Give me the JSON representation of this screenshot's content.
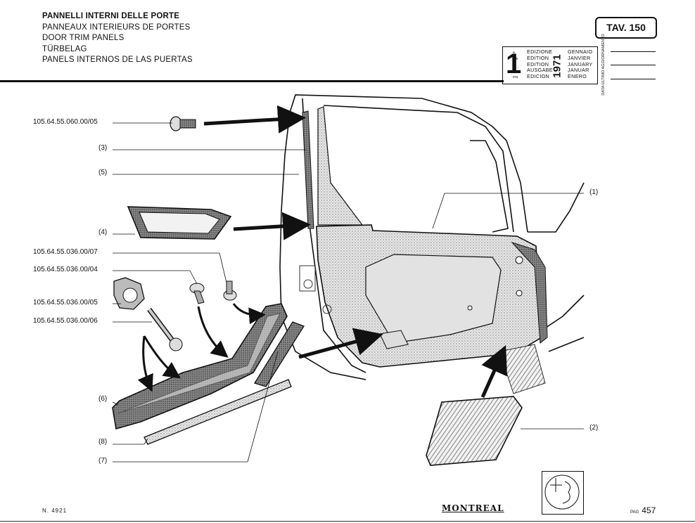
{
  "header": {
    "titles": [
      "PANNELLI INTERNI DELLE PORTE",
      "PANNEAUX INTERIEURS DE PORTES",
      "DOOR TRIM PANELS",
      "TÜRBELAG",
      "PANELS INTERNOS DE LAS PUERTAS"
    ],
    "table": "TAV. 150",
    "edition": {
      "number": "1",
      "languages": [
        "a",
        "ère",
        "st",
        "",
        "era"
      ],
      "labels": [
        "EDIZIONE",
        "EDITION",
        "EDITION",
        "AUSGABE",
        "EDICION"
      ],
      "year": "1971",
      "months": [
        "GENNAIO",
        "JANVIER",
        "JANUARY",
        "JANUAR",
        "ENERO"
      ],
      "update_label": "DATA ULTIMO AGGIORNAMENTO"
    }
  },
  "callouts": {
    "pn_060_05": "105.64.55.060.00/05",
    "ref_3": "(3)",
    "ref_5": "(5)",
    "ref_4": "(4)",
    "pn_036_07": "105.64.55.036.00/07",
    "pn_036_04": "105.64.55.036.00/04",
    "pn_036_05": "105.64.55.036.00/05",
    "pn_036_06": "105.64.55.036.00/06",
    "ref_6": "(6)",
    "ref_8": "(8)",
    "ref_7": "(7)",
    "ref_1": "(1)",
    "ref_2": "(2)"
  },
  "footer": {
    "number": "N. 4921",
    "brand": "MONTREAL",
    "page_label": "PAG",
    "page": "457"
  }
}
